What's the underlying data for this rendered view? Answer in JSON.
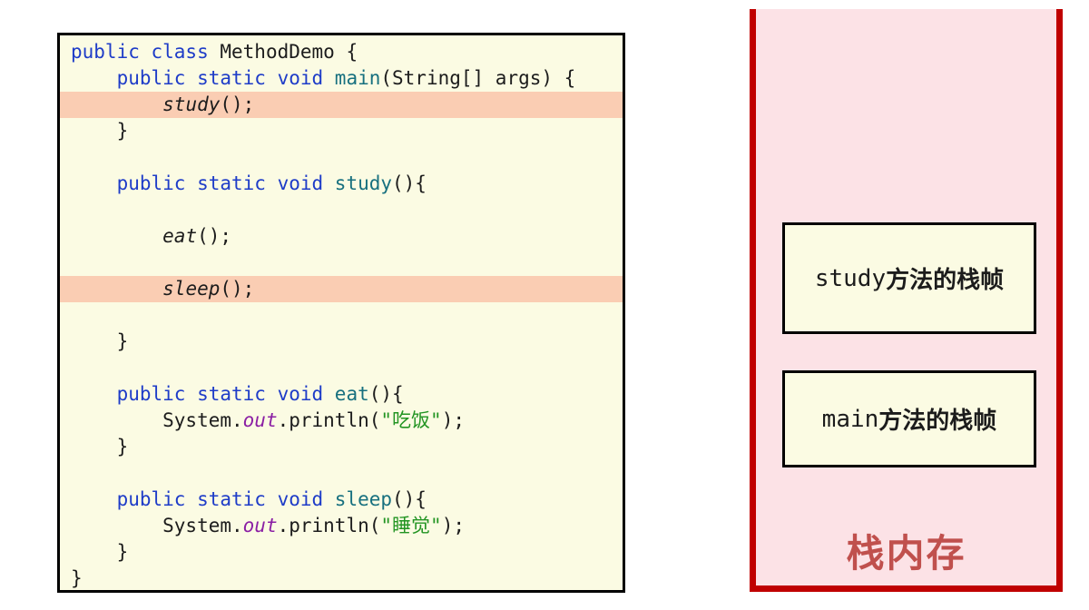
{
  "colors": {
    "code_background": "#FBFBE3",
    "code_border": "#000000",
    "highlight": "#FACDB3",
    "keyword": "#1E3CC8",
    "method_name": "#17707F",
    "field": "#8B1FA4",
    "string": "#229422",
    "plain_text": "#1C1C1C",
    "stack_panel_background": "#FCE2E6",
    "stack_panel_border": "#C00000",
    "stack_title": "#C0504D"
  },
  "code_panel": {
    "language": "java",
    "lines": [
      {
        "h": false,
        "seg": [
          [
            "public class ",
            "kw"
          ],
          [
            "MethodDemo {",
            "plain"
          ]
        ]
      },
      {
        "h": false,
        "seg": [
          [
            "    ",
            "plain"
          ],
          [
            "public static void ",
            "kw"
          ],
          [
            "main",
            "method"
          ],
          [
            "(String[] args) {",
            "plain"
          ]
        ]
      },
      {
        "h": true,
        "seg": [
          [
            "        ",
            "plain"
          ],
          [
            "study",
            "call"
          ],
          [
            "();",
            "plain"
          ]
        ]
      },
      {
        "h": false,
        "seg": [
          [
            "    }",
            "plain"
          ]
        ]
      },
      {
        "h": false,
        "seg": []
      },
      {
        "h": false,
        "seg": [
          [
            "    ",
            "plain"
          ],
          [
            "public static void ",
            "kw"
          ],
          [
            "study",
            "method"
          ],
          [
            "(){",
            "plain"
          ]
        ]
      },
      {
        "h": false,
        "seg": []
      },
      {
        "h": false,
        "seg": [
          [
            "        ",
            "plain"
          ],
          [
            "eat",
            "call"
          ],
          [
            "();",
            "plain"
          ]
        ]
      },
      {
        "h": false,
        "seg": []
      },
      {
        "h": true,
        "seg": [
          [
            "        ",
            "plain"
          ],
          [
            "sleep",
            "call"
          ],
          [
            "();",
            "plain"
          ]
        ]
      },
      {
        "h": false,
        "seg": []
      },
      {
        "h": false,
        "seg": [
          [
            "    }",
            "plain"
          ]
        ]
      },
      {
        "h": false,
        "seg": []
      },
      {
        "h": false,
        "seg": [
          [
            "    ",
            "plain"
          ],
          [
            "public static void ",
            "kw"
          ],
          [
            "eat",
            "method"
          ],
          [
            "(){",
            "plain"
          ]
        ]
      },
      {
        "h": false,
        "seg": [
          [
            "        System.",
            "plain"
          ],
          [
            "out",
            "field"
          ],
          [
            ".println(",
            "plain"
          ],
          [
            "\"",
            "str"
          ],
          [
            "吃饭",
            "strcjk"
          ],
          [
            "\"",
            "str"
          ],
          [
            ");",
            "plain"
          ]
        ]
      },
      {
        "h": false,
        "seg": [
          [
            "    }",
            "plain"
          ]
        ]
      },
      {
        "h": false,
        "seg": []
      },
      {
        "h": false,
        "seg": [
          [
            "    ",
            "plain"
          ],
          [
            "public static void ",
            "kw"
          ],
          [
            "sleep",
            "method"
          ],
          [
            "(){",
            "plain"
          ]
        ]
      },
      {
        "h": false,
        "seg": [
          [
            "        System.",
            "plain"
          ],
          [
            "out",
            "field"
          ],
          [
            ".println(",
            "plain"
          ],
          [
            "\"",
            "str"
          ],
          [
            "睡觉",
            "strcjk"
          ],
          [
            "\"",
            "str"
          ],
          [
            ");",
            "plain"
          ]
        ]
      },
      {
        "h": false,
        "seg": [
          [
            "    }",
            "plain"
          ]
        ]
      },
      {
        "h": false,
        "seg": [
          [
            "}",
            "plain"
          ]
        ]
      }
    ]
  },
  "stack_panel": {
    "title": "栈内存",
    "frames": [
      {
        "method": "study",
        "label_suffix": "方法的栈帧"
      },
      {
        "method": "main",
        "label_suffix": "方法的栈帧"
      }
    ]
  }
}
